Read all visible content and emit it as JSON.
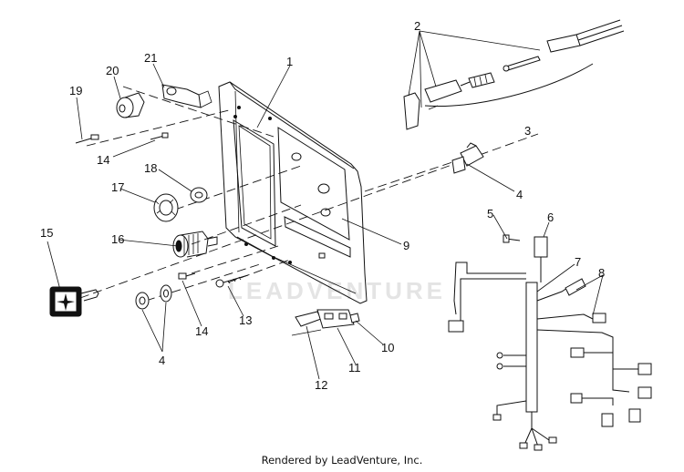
{
  "callouts": {
    "c1": "1",
    "c2": "2",
    "c3": "3",
    "c4a": "4",
    "c4b": "4",
    "c5": "5",
    "c6": "6",
    "c7": "7",
    "c8": "8",
    "c9": "9",
    "c10": "10",
    "c11": "11",
    "c12": "12",
    "c13": "13",
    "c14a": "14",
    "c14b": "14",
    "c15": "15",
    "c16": "16",
    "c17": "17",
    "c18": "18",
    "c19": "19",
    "c20": "20",
    "c21": "21"
  },
  "watermark": "LEADVENTURE",
  "footer": "Rendered by LeadVenture, Inc."
}
